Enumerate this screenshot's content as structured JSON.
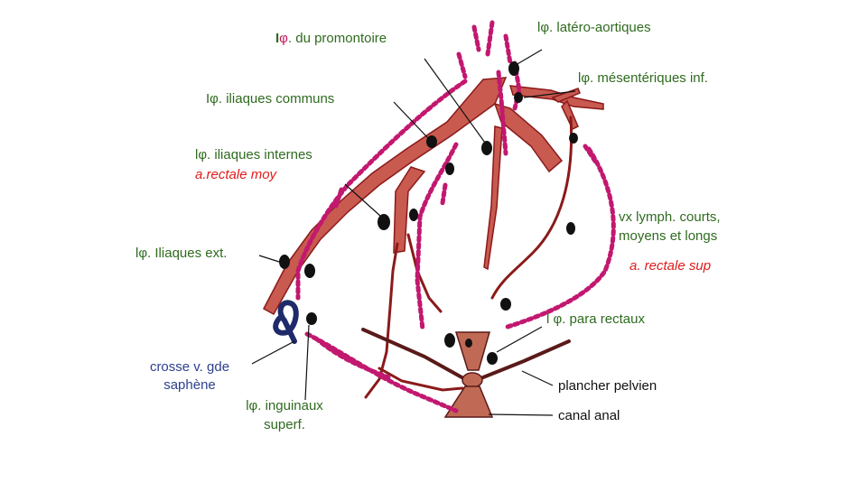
{
  "labels": {
    "promontoire_prefix": "I",
    "promontoire_phi": "φ",
    "promontoire_rest": ". du promontoire",
    "latero_aortiques": "lφ. latéro-aortiques",
    "mesenteriques_inf": "lφ. mésentériques inf.",
    "iliaques_communs": "Iφ. iliaques communs",
    "iliaques_internes": "lφ. iliaques internes",
    "rectale_moy": "a.rectale moy",
    "vx_lymph_line1": "vx lymph. courts,",
    "vx_lymph_line2": "moyens et longs",
    "rectale_sup": "a. rectale sup",
    "iliaques_ext": "lφ. Iliaques ext.",
    "para_rectaux": "l φ. para rectaux",
    "crosse_line1": "crosse v.    gde",
    "crosse_line2": "saphène",
    "plancher_pelvien": "plancher pelvien",
    "inguinaux_line1": "lφ. inguinaux",
    "inguinaux_line2": "superf.",
    "canal_anal": "canal anal"
  },
  "colors": {
    "artery": "#9b1b1b",
    "artery_fill": "#c0463f",
    "lymph": "#c2186f",
    "node": "#111111",
    "vein": "#1f2a6b",
    "label_green": "#2f6b1f",
    "label_pink": "#c2185b",
    "label_red": "#e01b1b",
    "label_blue": "#2d3f8f"
  }
}
